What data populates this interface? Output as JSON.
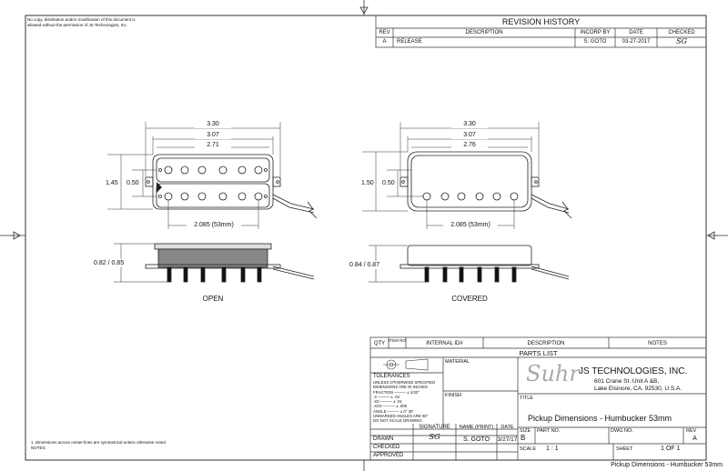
{
  "notice": "No copy, distribution and/or modification of this document is allowed without the permission of JS Technologies, Inc.",
  "revision": {
    "title": "REVISION HISTORY",
    "headers": [
      "REV",
      "DESCRIPTION",
      "INCORP BY",
      "DATE",
      "CHECKED"
    ],
    "row": [
      "A",
      "RELEASE",
      "S. GOTO",
      "03-27-2017",
      "SG"
    ]
  },
  "open_view": {
    "label": "OPEN",
    "dims": {
      "w1": "3.30",
      "w2": "3.07",
      "w3": "2.71",
      "h1": "1.45",
      "h2": "0.50",
      "spacing": "2.085 (53mm)",
      "side_h": "0.82 / 0.85"
    }
  },
  "covered_view": {
    "label": "COVERED",
    "dims": {
      "w1": "3.30",
      "w2": "3.07",
      "w3": "2.76",
      "h1": "1.50",
      "h2": "0.50",
      "spacing": "2.085 (53mm)",
      "side_h": "0.84 / 0.87"
    }
  },
  "parts": {
    "headers": [
      "QTY",
      "ITEM NO",
      "INTERNAL ID#",
      "DESCRIPTION",
      "NOTES"
    ],
    "title": "PARTS LIST"
  },
  "tolerances": {
    "heading": "TOLERANCES",
    "lines": [
      "UNLESS OTHERWISE SPECIFIED",
      "DIMENSIONS ARE IN INCHES",
      "FRACTION ——— ± 1/32\"",
      ".X ——— ± .03",
      ".XX ——— ± .01",
      ".XXX ——— ± .005",
      "ANGLE ——— ± 0° 30'",
      "UNMARKED ANGLES ARE 90°",
      "DO NOT SCALE DRAWING"
    ]
  },
  "material_label": "MATERIAL",
  "finish_label": "FINISH",
  "title_label": "TITLE",
  "company": {
    "logo": "Suhr",
    "name": "JS TECHNOLOGIES, INC.",
    "addr1": "601 Crane St. Unit A &B,",
    "addr2": "Lake Elsinore, CA. 92530, U.S.A."
  },
  "signoff": {
    "headers": [
      "SIGNATURE",
      "NAME (PRINT)",
      "DATE"
    ],
    "rows": [
      {
        "label": "DRAWN",
        "signature": "SG",
        "name": "S. GOTO",
        "date": "3/27/17"
      },
      {
        "label": "CHECKED",
        "signature": "",
        "name": "",
        "date": ""
      },
      {
        "label": "APPROVED",
        "signature": "",
        "name": "",
        "date": ""
      }
    ]
  },
  "drawing_title": "Pickup Dimensions - Humbucker 53mm",
  "size_label": "SIZE",
  "size_value": "B",
  "part_no_label": "PART NO.",
  "dwg_no_label": "DWG NO.",
  "rev_label": "REV",
  "rev_value": "A",
  "scale_label": "SCALE",
  "scale_value": "1 : 1",
  "sheet_label": "SHEET",
  "sheet_value": "1 OF 1",
  "notes": {
    "line1": "1. Dimensions across center-lines are symmetrical unless otherwise noted",
    "line2": "NOTES:"
  },
  "footer_title": "Pickup Dimensions - Humbucker 53mm"
}
